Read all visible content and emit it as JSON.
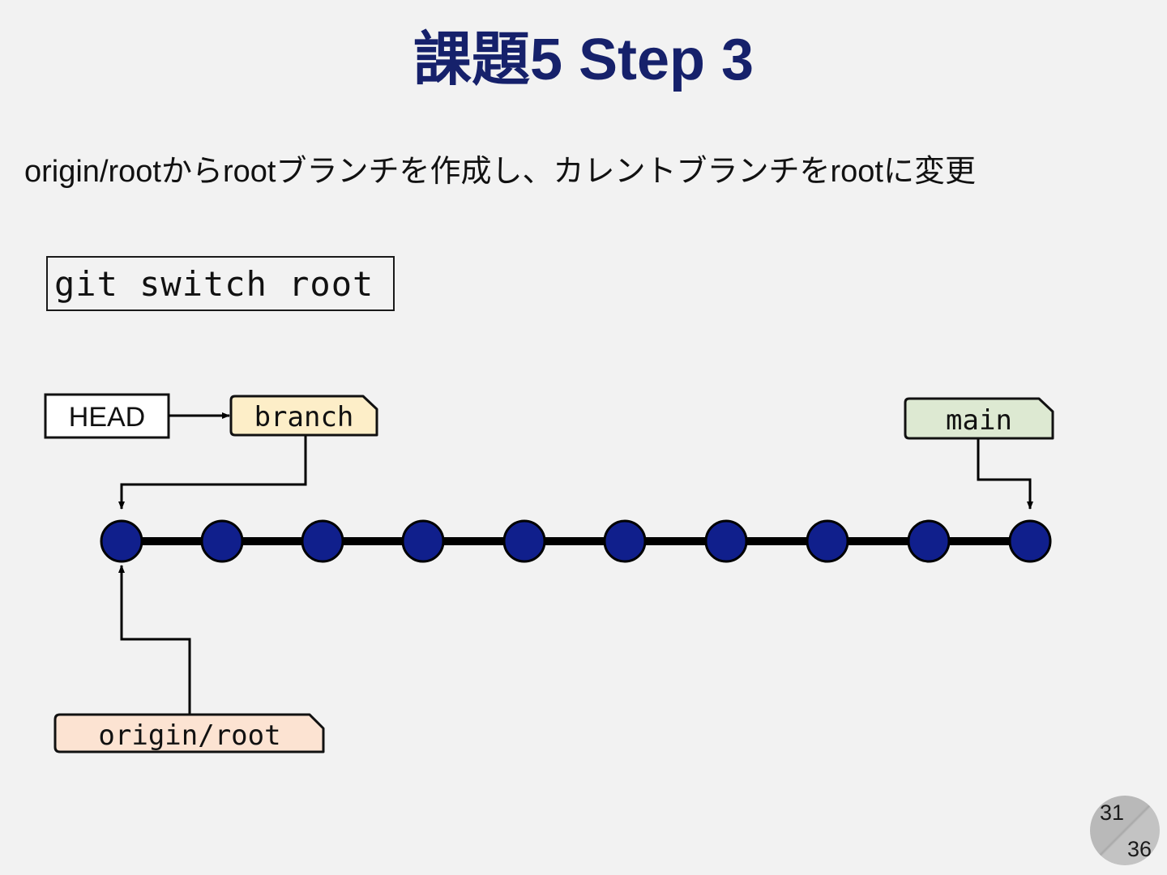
{
  "slide": {
    "title": "課題5 Step 3",
    "subtitle": "origin/rootからrootブランチを作成し、カレントブランチをrootに変更",
    "title_color": "#16216b",
    "background_color": "#f2f2f2"
  },
  "command": {
    "text": "git switch root"
  },
  "diagram": {
    "head_box": {
      "label": "HEAD",
      "fill": "#ffffff",
      "stroke": "#111111"
    },
    "tags": [
      {
        "id": "branch",
        "label": "branch",
        "fill": "#fdeec8",
        "stroke": "#111111"
      },
      {
        "id": "main",
        "label": "main",
        "fill": "#dde9d2",
        "stroke": "#111111"
      },
      {
        "id": "origin-root",
        "label": "origin/root",
        "fill": "#fce3d2",
        "stroke": "#111111"
      }
    ],
    "commits": {
      "count": 10,
      "fill": "#101f8c",
      "stroke": "#000000",
      "edge_color": "#000000"
    }
  },
  "page_number": {
    "current": "31",
    "total": "36"
  }
}
